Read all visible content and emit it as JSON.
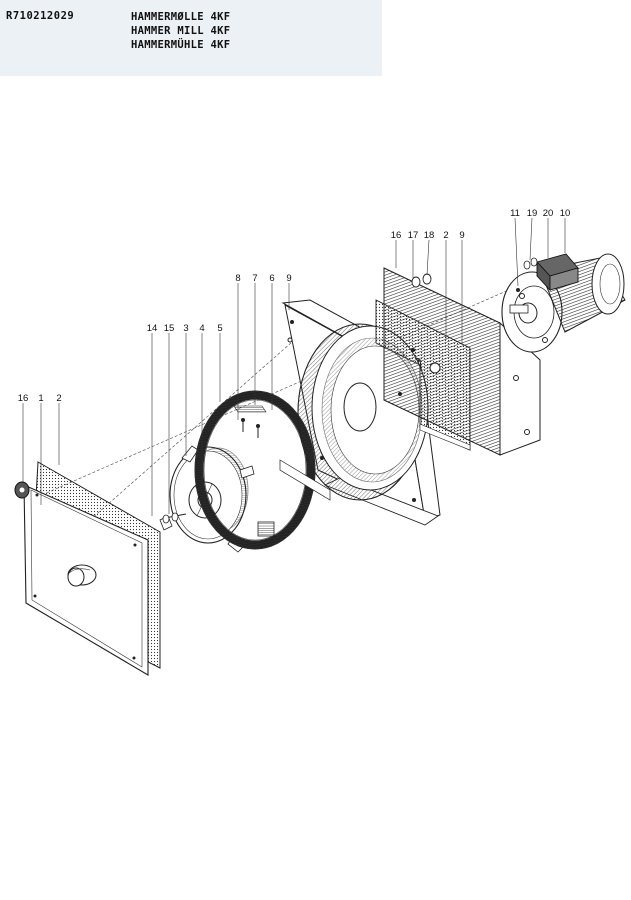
{
  "header": {
    "doc_number": "R710212029",
    "titles": [
      "HAMMERMØLLE 4KF",
      "HAMMER MILL 4KF",
      "HAMMERMÜHLE 4KF"
    ]
  },
  "diagram": {
    "part_labels": {
      "p16a": "16",
      "p1": "1",
      "p2a": "2",
      "p14": "14",
      "p15": "15",
      "p3": "3",
      "p4": "4",
      "p5": "5",
      "p8": "8",
      "p7": "7",
      "p6": "6",
      "p9a": "9",
      "p16b": "16",
      "p17": "17",
      "p18": "18",
      "p2b": "2",
      "p9b": "9",
      "p11": "11",
      "p19": "19",
      "p20": "20",
      "p10": "10"
    }
  }
}
